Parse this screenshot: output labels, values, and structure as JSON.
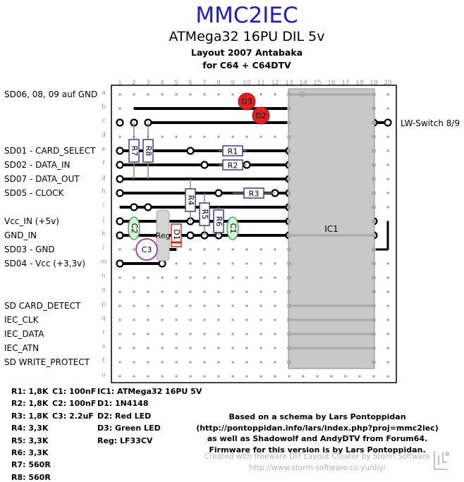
{
  "header": {
    "title": "MMC2IEC",
    "subtitle": "ATMega32 16PU DIL 5v",
    "layout_line": "Layout 2007 Antabaka",
    "target_line": "for C64 + C64DTV"
  },
  "board": {
    "column_numbers": [
      "1",
      "2",
      "3",
      "4",
      "5",
      "6",
      "7",
      "8",
      "9",
      "10",
      "11",
      "12",
      "13",
      "14",
      "15",
      "16",
      "17",
      "18",
      "19",
      "20"
    ],
    "row_letters": [
      "a",
      "b",
      "c",
      "d",
      "e",
      "f",
      "g",
      "h",
      "i",
      "j",
      "k",
      "l",
      "m",
      "n",
      "o",
      "p",
      "q",
      "r",
      "s",
      "t",
      "u"
    ],
    "colors": {
      "strip": "#000000",
      "hole": "#9a9a9a",
      "ic_body": "#c8c8c8",
      "ic_pin": "#a8a8a8",
      "resistor": "#3a3aa0",
      "led": "#dd2222",
      "cap": "#44aa66",
      "elcap": "#aa3388",
      "diode": "#dd2222"
    }
  },
  "side_labels": [
    {
      "row": 0,
      "text": "SD06, 08, 09 auf GND"
    },
    {
      "row": 4,
      "text": "SD01 - CARD_SELECT"
    },
    {
      "row": 5,
      "text": "SD02 - DATA_IN"
    },
    {
      "row": 6,
      "text": "SD07 - DATA_OUT"
    },
    {
      "row": 7,
      "text": "SD05 - CLOCK"
    },
    {
      "row": 9,
      "text": "Vcc_IN (+5v)"
    },
    {
      "row": 10,
      "text": "GND_IN"
    },
    {
      "row": 11,
      "text": "SD03 - GND"
    },
    {
      "row": 12,
      "text": "SD04 - Vcc (+3,3v)"
    },
    {
      "row": 15,
      "text": "SD CARD_DETECT"
    },
    {
      "row": 16,
      "text": "IEC_CLK"
    },
    {
      "row": 17,
      "text": "IEC_DATA"
    },
    {
      "row": 18,
      "text": "IEC_ATN"
    },
    {
      "row": 19,
      "text": "SD WRITE_PROTECT"
    }
  ],
  "right_label": "LW-Switch 8/9",
  "components": {
    "ic_label": "IC1",
    "r1": "R1",
    "r2": "R2",
    "r3": "R3",
    "r4": "R4",
    "r5": "R5",
    "r6": "R6",
    "r7": "R7",
    "r8": "R8",
    "c1": "C1",
    "c2": "C2",
    "c3": "C3",
    "d1": "D1",
    "d2": "D2",
    "d3": "D3",
    "reg": "Reg"
  },
  "legend": {
    "col1": [
      "R1: 1,8K",
      "R2: 1,8K",
      "R3: 1,8K",
      "R4: 3,3K",
      "R5: 3,3K",
      "R6: 3,3K",
      "R7: 560R",
      "R8: 560R"
    ],
    "col2": [
      "C1: 100nF",
      "C2: 100nF",
      "C3: 2.2uF"
    ],
    "col3": [
      "IC1: ATMega32 16PU 5V",
      "D1: 1N4148",
      "D2: Red LED",
      "D3: Green LED",
      "Reg: LF33CV"
    ]
  },
  "credits": [
    "Based on a schema by Lars Pontoppidan",
    "(http://pontoppidan.info/lars/index.php?proj=mmc2iec)",
    "as well as Shadowolf and AndyDTV from Forum64.",
    "Firmware for this version is by Lars Pontoppidan."
  ],
  "watermark": [
    "Created with freeware DIY Layout Creator by Storm Software",
    "http://www.storm-software.co.yu/diy/"
  ]
}
